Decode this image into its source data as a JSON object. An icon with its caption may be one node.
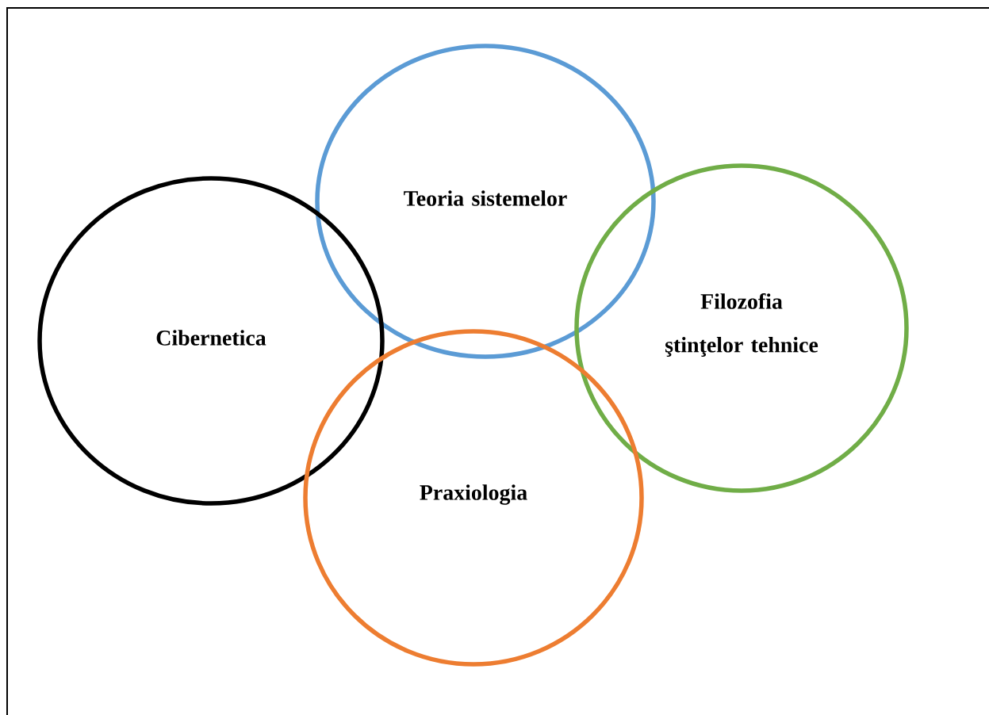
{
  "diagram": {
    "nodes": [
      {
        "text": [
          "Teoria sistemelor"
        ]
      },
      {
        "text": [
          "Cibernetica"
        ]
      },
      {
        "text": [
          "Filozofia ştinţelor tehnice"
        ]
      },
      {
        "text": [
          "Praxiologia"
        ]
      }
    ]
  }
}
